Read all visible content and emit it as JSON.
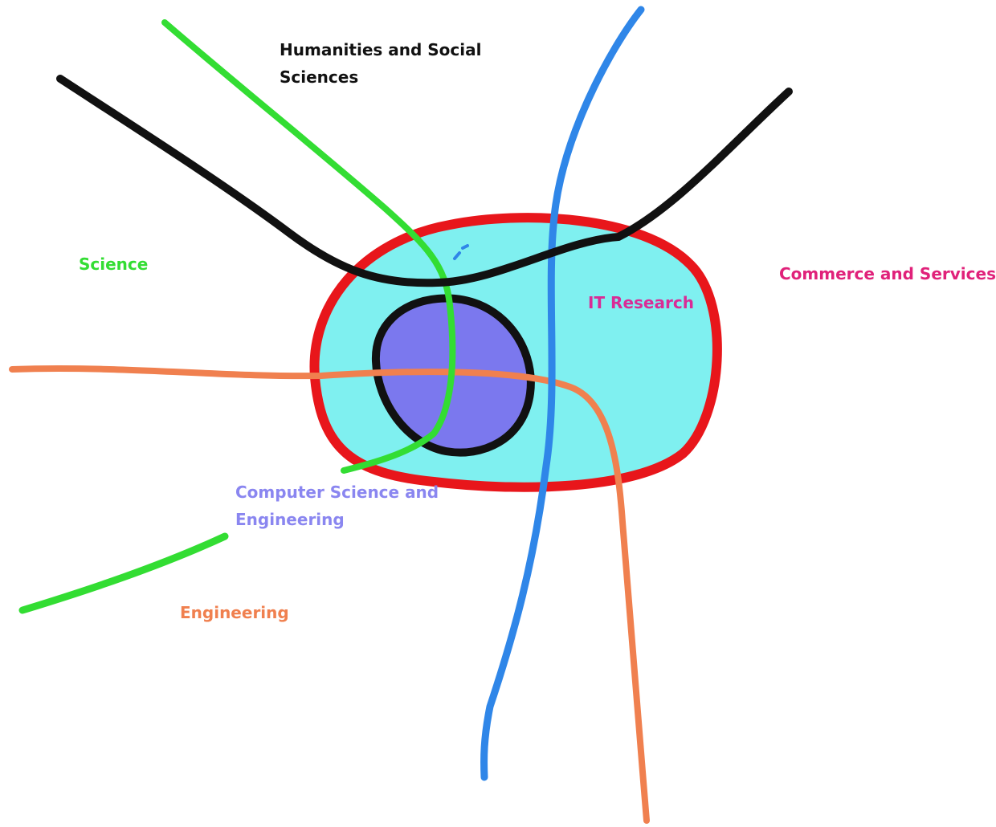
{
  "labels": {
    "humanities_line1": "Humanities and Social",
    "humanities_line2": "Sciences",
    "science": "Science",
    "commerce": "Commerce and Services",
    "it_research": "IT Research",
    "cse_line1": "Computer Science and",
    "cse_line2": "Engineering",
    "engineering": "Engineering"
  },
  "colors": {
    "humanities": "#111111",
    "science": "#33dd33",
    "commerce": "#e0217a",
    "it_research_fill": "#7ff0f0",
    "it_research_border": "#e8161b",
    "cse_fill": "#7b78ee",
    "cse_border": "#111111",
    "engineering": "#f0804f",
    "commerce_line": "#2f86e8"
  }
}
